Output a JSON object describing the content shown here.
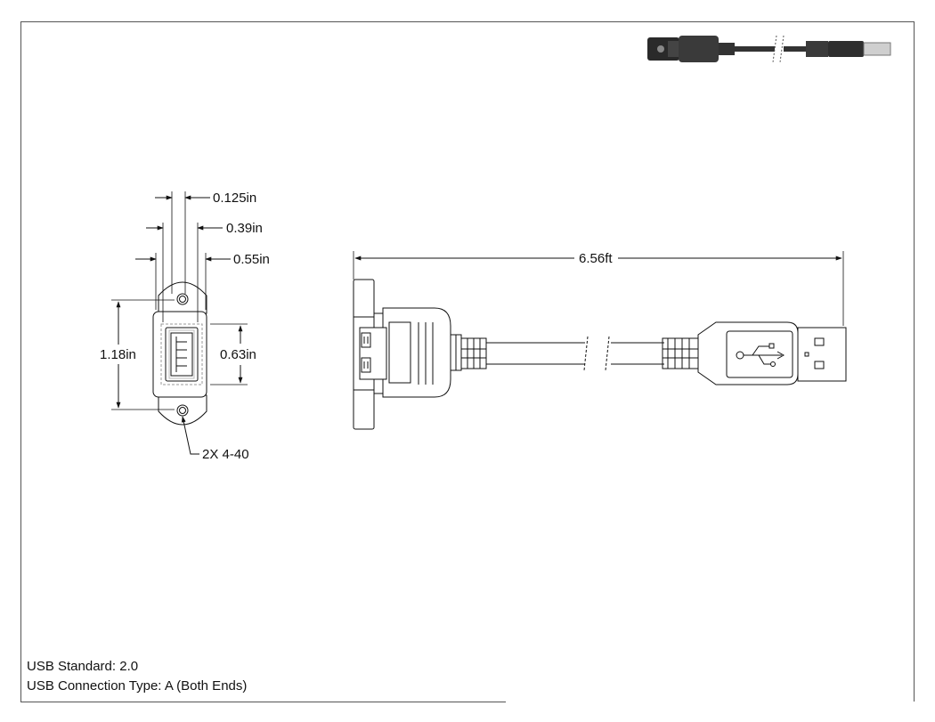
{
  "dimensions": {
    "screw_hole": "0.125in",
    "port_width": "0.39in",
    "flange_width": "0.55in",
    "flange_height": "1.18in",
    "port_height": "0.63in",
    "screw_spec": "2X 4-40",
    "cable_length": "6.56ft"
  },
  "notes": {
    "usb_standard": "USB Standard: 2.0",
    "connection_type": "USB Connection Type: A (Both Ends)"
  }
}
